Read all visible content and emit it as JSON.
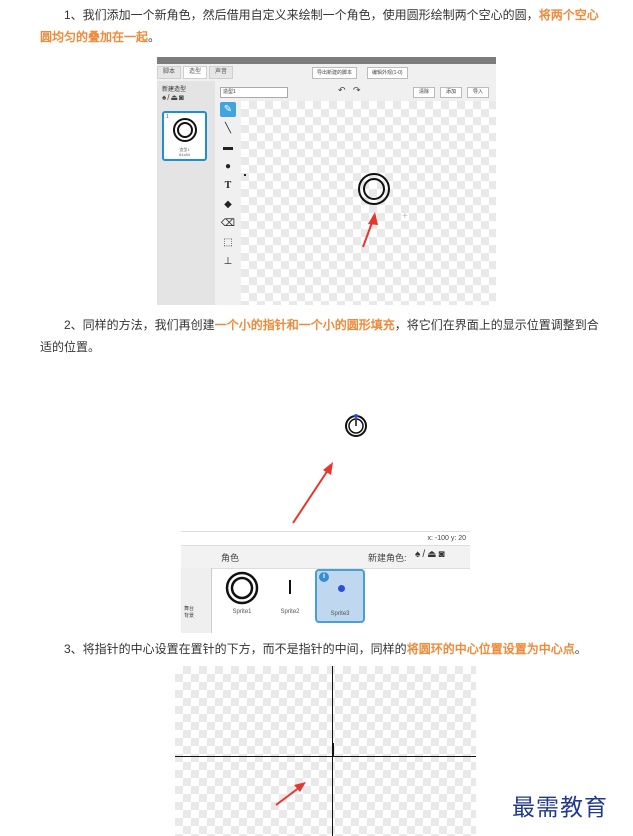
{
  "step1": {
    "text_before": "1、我们添加一个新角色，然后借用自定义来绘制一个角色，使用圆形绘制两个空心的圆，",
    "highlight": "将两个空心圆均匀的叠加在一起",
    "text_after": "。"
  },
  "shot1": {
    "tabs": [
      "脚本",
      "造型",
      "声音"
    ],
    "top_buttons": [
      "导出新建的脚本",
      "编辑外观(1-0)"
    ],
    "new_costume_label": "新建造型",
    "costume_number": "1",
    "costume_caption": "造型1\n84x84",
    "costume_name_value": "造型1",
    "buttons": [
      "清除",
      "添加",
      "导入"
    ]
  },
  "step2": {
    "text_before": "2、同样的方法，我们再创建",
    "highlight": "一个小的指针和一个小的圆形填充",
    "text_after": "，将它们在界面上的显示位置调整到合适的位置。"
  },
  "shot2": {
    "coords": "x: -100  y: 20",
    "role_label": "角色",
    "new_role_label": "新建角色:",
    "stage_label": "舞台\n背景",
    "sprites": [
      {
        "name": "Sprite1",
        "selected": false
      },
      {
        "name": "Sprite2",
        "selected": false
      },
      {
        "name": "Sprite3",
        "selected": true
      }
    ],
    "info_badge": "i"
  },
  "step3": {
    "text_before": "3、将指针的中心设置在置针的下方，而不是指针的中间，同样的",
    "highlight": "将圆环的中心位置设置为中心点",
    "text_after": "。"
  },
  "watermark": "最需教育",
  "colors": {
    "highlight": "#ef8a3a",
    "arrow": "#e8352d",
    "selected_blue": "#3fa5dc",
    "watermark": "#223a8c"
  }
}
